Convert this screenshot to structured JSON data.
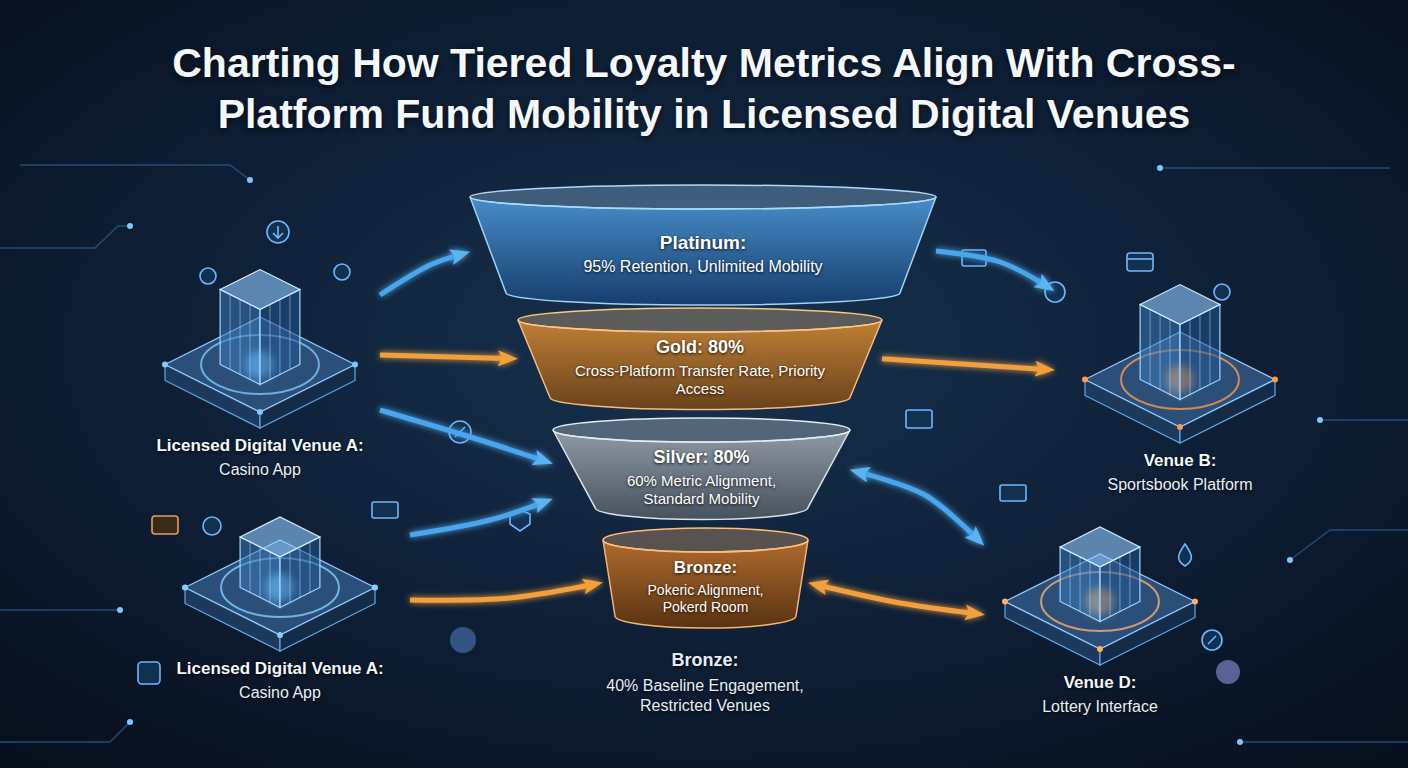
{
  "diagram": {
    "title": "Charting How Tiered Loyalty Metrics Align With Cross-Platform Fund Mobility in Licensed Digital Venues",
    "nodes": [
      {
        "text": [
          "Licensed Digital Venue A:",
          "Casino App"
        ]
      },
      {
        "text": [
          "Platinum:",
          "95% Retention, Unlimited Mobility"
        ]
      },
      {
        "text": [
          "Gold: 80%",
          "Cross-Platform Transfer Rate, Priority Access"
        ]
      },
      {
        "text": [
          "Silver: 80%",
          "60% Metric Alignment, Standard Mobility"
        ]
      },
      {
        "text": [
          "Bronze:",
          "Pokeric Alignment, Pokerd Room"
        ]
      },
      {
        "text": [
          "Venue B:",
          "Sportsbook Platform"
        ]
      },
      {
        "text": [
          "Licensed Digital Venue A:",
          "Casino App"
        ]
      },
      {
        "text": [
          "Venue D:",
          "Lottery Interface"
        ]
      }
    ],
    "edges": [
      {
        "from": 0,
        "to": 1,
        "arrow": "to"
      },
      {
        "from": 0,
        "to": 2,
        "arrow": "to"
      },
      {
        "from": 0,
        "to": 3,
        "arrow": "to"
      },
      {
        "from": 6,
        "to": 3,
        "arrow": "to"
      },
      {
        "from": 6,
        "to": 4,
        "arrow": "to"
      },
      {
        "from": 1,
        "to": 5,
        "arrow": "to"
      },
      {
        "from": 2,
        "to": 5,
        "arrow": "to"
      },
      {
        "from": 3,
        "to": 7,
        "arrow": "both"
      },
      {
        "from": 4,
        "to": 7,
        "arrow": "both"
      }
    ],
    "labels": [
      "Bronze:",
      "40% Baseline Engagement, Restricted Venues"
    ]
  }
}
